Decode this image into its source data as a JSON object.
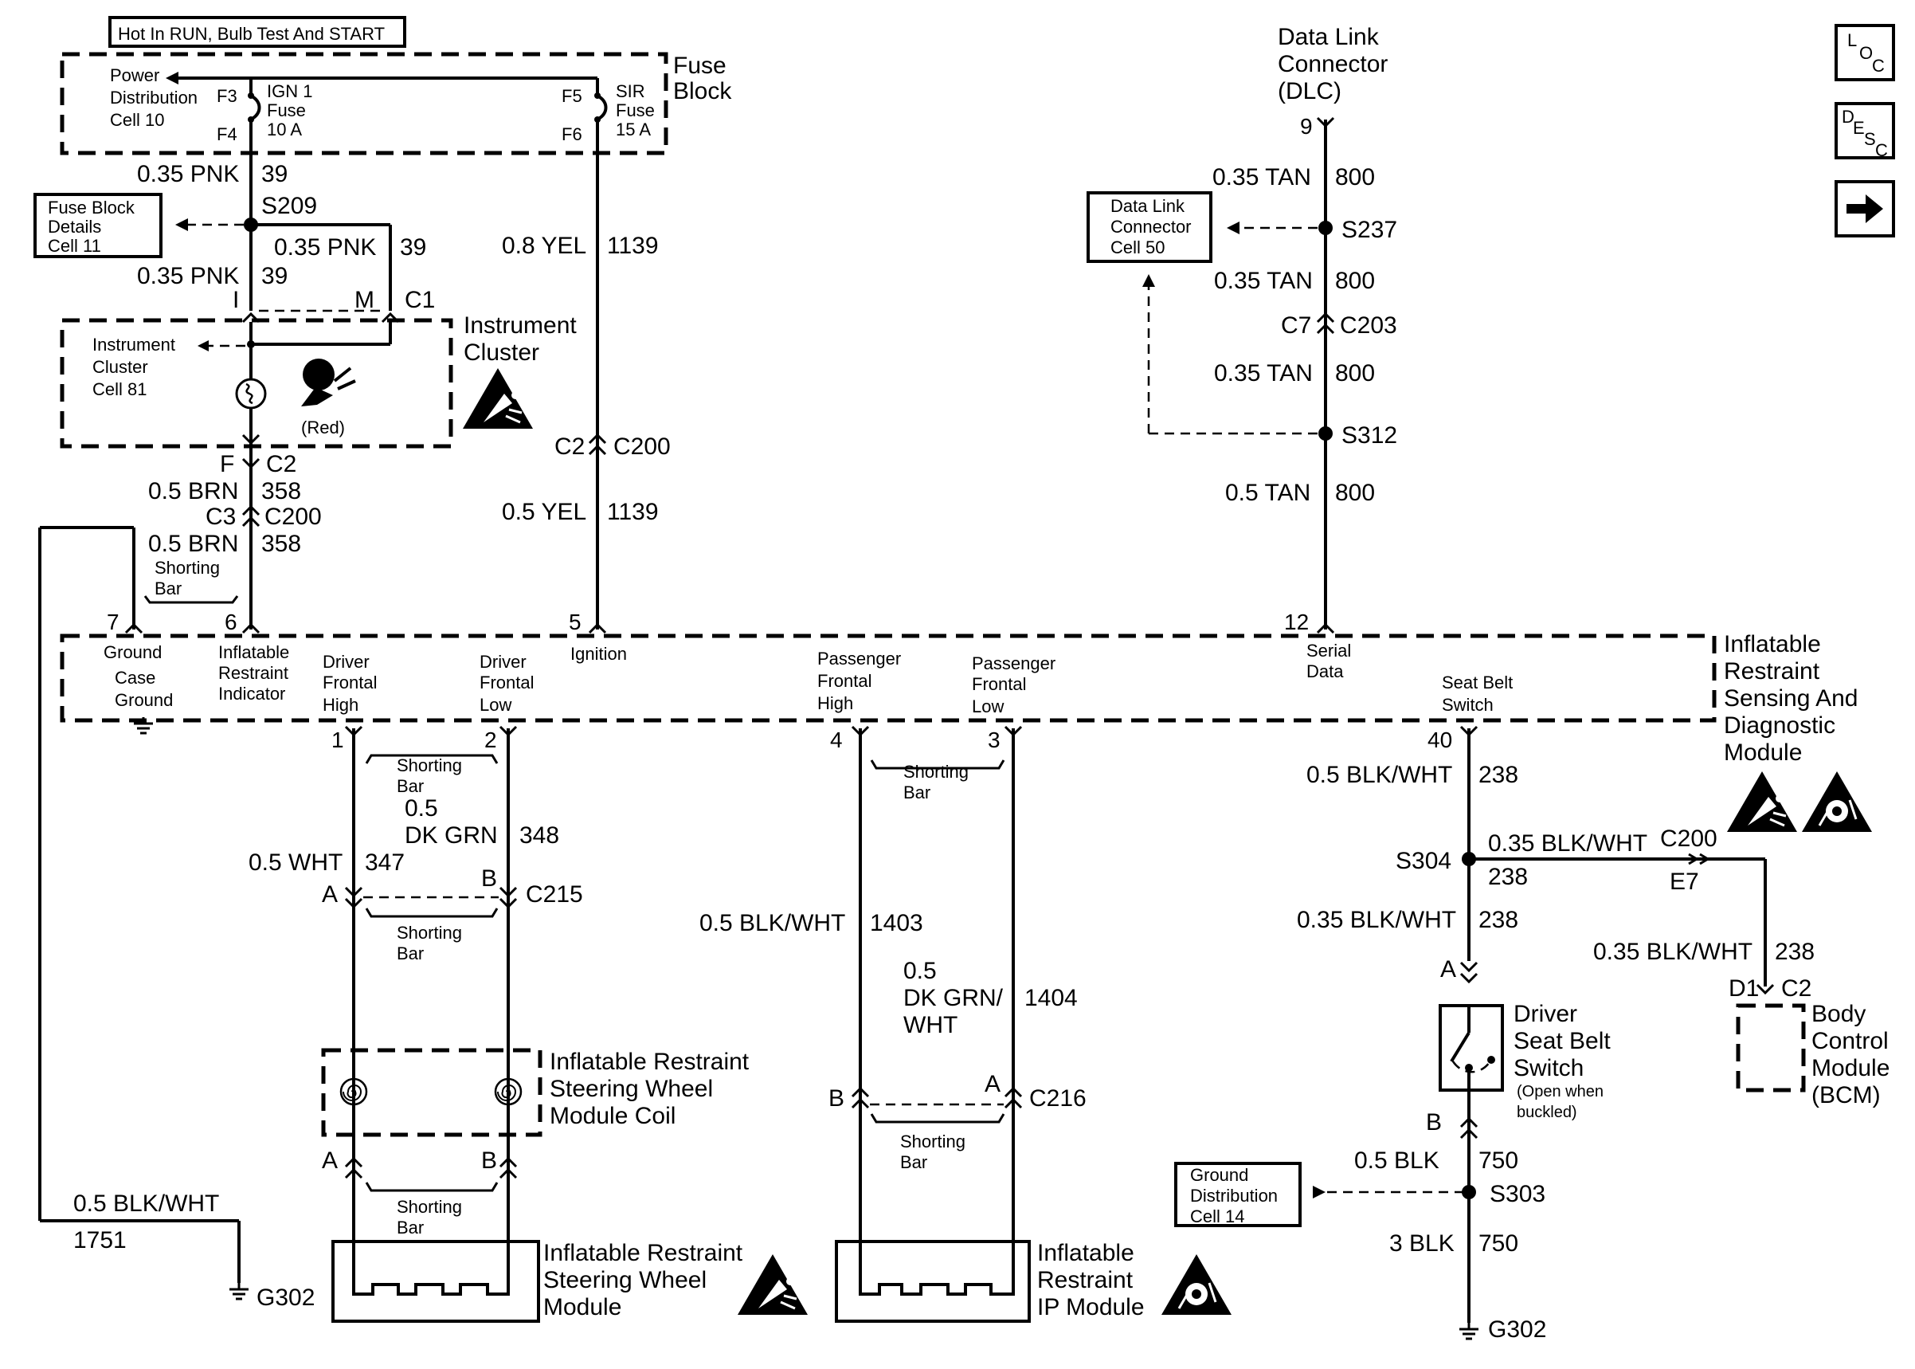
{
  "header": {
    "hot_in": "Hot In RUN, Bulb Test And START"
  },
  "nav_buttons": {
    "loc": {
      "l": "L",
      "o": "O",
      "c": "C"
    },
    "desc": {
      "d": "D",
      "e": "E",
      "s": "S",
      "c": "C"
    },
    "next_icon": "right-arrow-icon"
  },
  "fuse_block": {
    "title1": "Fuse",
    "title2": "Block",
    "power1": "Power",
    "power2": "Distribution",
    "power3": "Cell 10",
    "f3": "F3",
    "f4": "F4",
    "f5": "F5",
    "f6": "F6",
    "ign1": "IGN 1",
    "ign2": "Fuse",
    "ign3": "10 A",
    "sir1": "SIR",
    "sir2": "Fuse",
    "sir3": "15 A"
  },
  "wires": {
    "pnk1_gauge": "0.35 PNK",
    "pnk1_circ": "39",
    "s209": "S209",
    "fbd1": "Fuse Block",
    "fbd2": "Details",
    "fbd3": "Cell 11",
    "pnk2_gauge": "0.35 PNK",
    "pnk2_circ": "39",
    "pnk3_gauge": "0.35 PNK",
    "pnk3_circ": "39",
    "yel1_gauge": "0.8 YEL",
    "yel1_circ": "1139",
    "c2_left": "C2",
    "c200_mid": "C200",
    "yel2_gauge": "0.5 YEL",
    "yel2_circ": "1139",
    "brn1_gauge": "0.5 BRN",
    "brn1_circ": "358",
    "brn2_gauge": "0.5 BRN",
    "brn2_circ": "358",
    "c3": "C3",
    "c200_left": "C200",
    "shorting1": "Shorting",
    "shorting2": "Bar",
    "blkwht_gauge": "0.5 BLK/WHT",
    "blkwht_circ": "1751",
    "g302_left": "G302"
  },
  "instrument_cluster": {
    "pin_i": "I",
    "pin_m": "M",
    "conn_c1": "C1",
    "ref1": "Instrument",
    "ref2": "Cluster",
    "ref3": "Cell 81",
    "red": "(Red)",
    "title1": "Instrument",
    "title2": "Cluster",
    "pin_f": "F",
    "conn_c2": "C2"
  },
  "dlc": {
    "title1": "Data Link",
    "title2": "Connector",
    "title3": "(DLC)",
    "pin9": "9",
    "t1_gauge": "0.35 TAN",
    "t1_circ": "800",
    "s237": "S237",
    "ref1": "Data Link",
    "ref2": "Connector",
    "ref3": "Cell 50",
    "t2_gauge": "0.35 TAN",
    "t2_circ": "800",
    "c7": "C7",
    "c203": "C203",
    "t3_gauge": "0.35 TAN",
    "t3_circ": "800",
    "s312": "S312",
    "t4_gauge": "0.5 TAN",
    "t4_circ": "800"
  },
  "module": {
    "pin7": "7",
    "pin6": "6",
    "pin5": "5",
    "pin12": "12",
    "ground1": "Ground",
    "case1": "Case",
    "case2": "Ground",
    "ind1": "Inflatable",
    "ind2": "Restraint",
    "ind3": "Indicator",
    "dfh1": "Driver",
    "dfh2": "Frontal",
    "dfh3": "High",
    "dfl1": "Driver",
    "dfl2": "Frontal",
    "dfl3": "Low",
    "ign": "Ignition",
    "pfh1": "Passenger",
    "pfh2": "Frontal",
    "pfh3": "High",
    "pfl1": "Passenger",
    "pfl2": "Frontal",
    "pfl3": "Low",
    "ser1": "Serial",
    "ser2": "Data",
    "sbs1": "Seat Belt",
    "sbs2": "Switch",
    "title1": "Inflatable",
    "title2": "Restraint",
    "title3": "Sensing And",
    "title4": "Diagnostic",
    "title5": "Module",
    "pin1": "1",
    "pin2": "2",
    "pin4": "4",
    "pin3": "3",
    "pin40": "40"
  },
  "driver_side": {
    "sb1a": "Shorting",
    "sb1b": "Bar",
    "grn1": "0.5",
    "grn2": "DK GRN",
    "grn_circ": "348",
    "wht_gauge": "0.5 WHT",
    "wht_circ": "347",
    "pin_a": "A",
    "pin_b": "B",
    "c215": "C215",
    "sb2a": "Shorting",
    "sb2b": "Bar",
    "coil1": "Inflatable Restraint",
    "coil2": "Steering Wheel",
    "coil3": "Module Coil",
    "pin_a2": "A",
    "pin_b2": "B",
    "sb3a": "Shorting",
    "sb3b": "Bar",
    "mod1": "Inflatable Restraint",
    "mod2": "Steering Wheel",
    "mod3": "Module"
  },
  "passenger_side": {
    "sb1a": "Shorting",
    "sb1b": "Bar",
    "bw_gauge": "0.5 BLK/WHT",
    "bw_circ": "1403",
    "dg1": "0.5",
    "dg2": "DK GRN/",
    "dg3": "WHT",
    "dg_circ": "1404",
    "pin_b": "B",
    "pin_a": "A",
    "c216": "C216",
    "sb2a": "Shorting",
    "sb2b": "Bar",
    "mod1": "Inflatable",
    "mod2": "Restraint",
    "mod3": "IP Module"
  },
  "seatbelt": {
    "w1_gauge": "0.5 BLK/WHT",
    "w1_circ": "238",
    "s304": "S304",
    "w2_gauge": "0.35 BLK/WHT",
    "w2_circ": "238",
    "c200": "C200",
    "e7": "E7",
    "w3_gauge": "0.35 BLK/WHT",
    "w3_circ": "238",
    "w4_gauge": "0.35 BLK/WHT",
    "w4_circ": "238",
    "pin_a": "A",
    "d1": "D1",
    "c2": "C2",
    "sw1": "Driver",
    "sw2": "Seat Belt",
    "sw3": "Switch",
    "sw4": "(Open when",
    "sw5": "buckled)",
    "bcm1": "Body",
    "bcm2": "Control",
    "bcm3": "Module",
    "bcm4": "(BCM)",
    "pin_b": "B",
    "blk1_gauge": "0.5 BLK",
    "blk1_circ": "750",
    "gd1": "Ground",
    "gd2": "Distribution",
    "gd3": "Cell 14",
    "s303": "S303",
    "blk2_gauge": "3 BLK",
    "blk2_circ": "750",
    "g302": "G302"
  },
  "icons": {
    "esd": "esd-warning-icon",
    "airbag": "airbag-warning-icon",
    "indicator": "airbag-indicator-icon",
    "ground": "ground-symbol-icon",
    "coil": "clockspring-coil-icon"
  }
}
